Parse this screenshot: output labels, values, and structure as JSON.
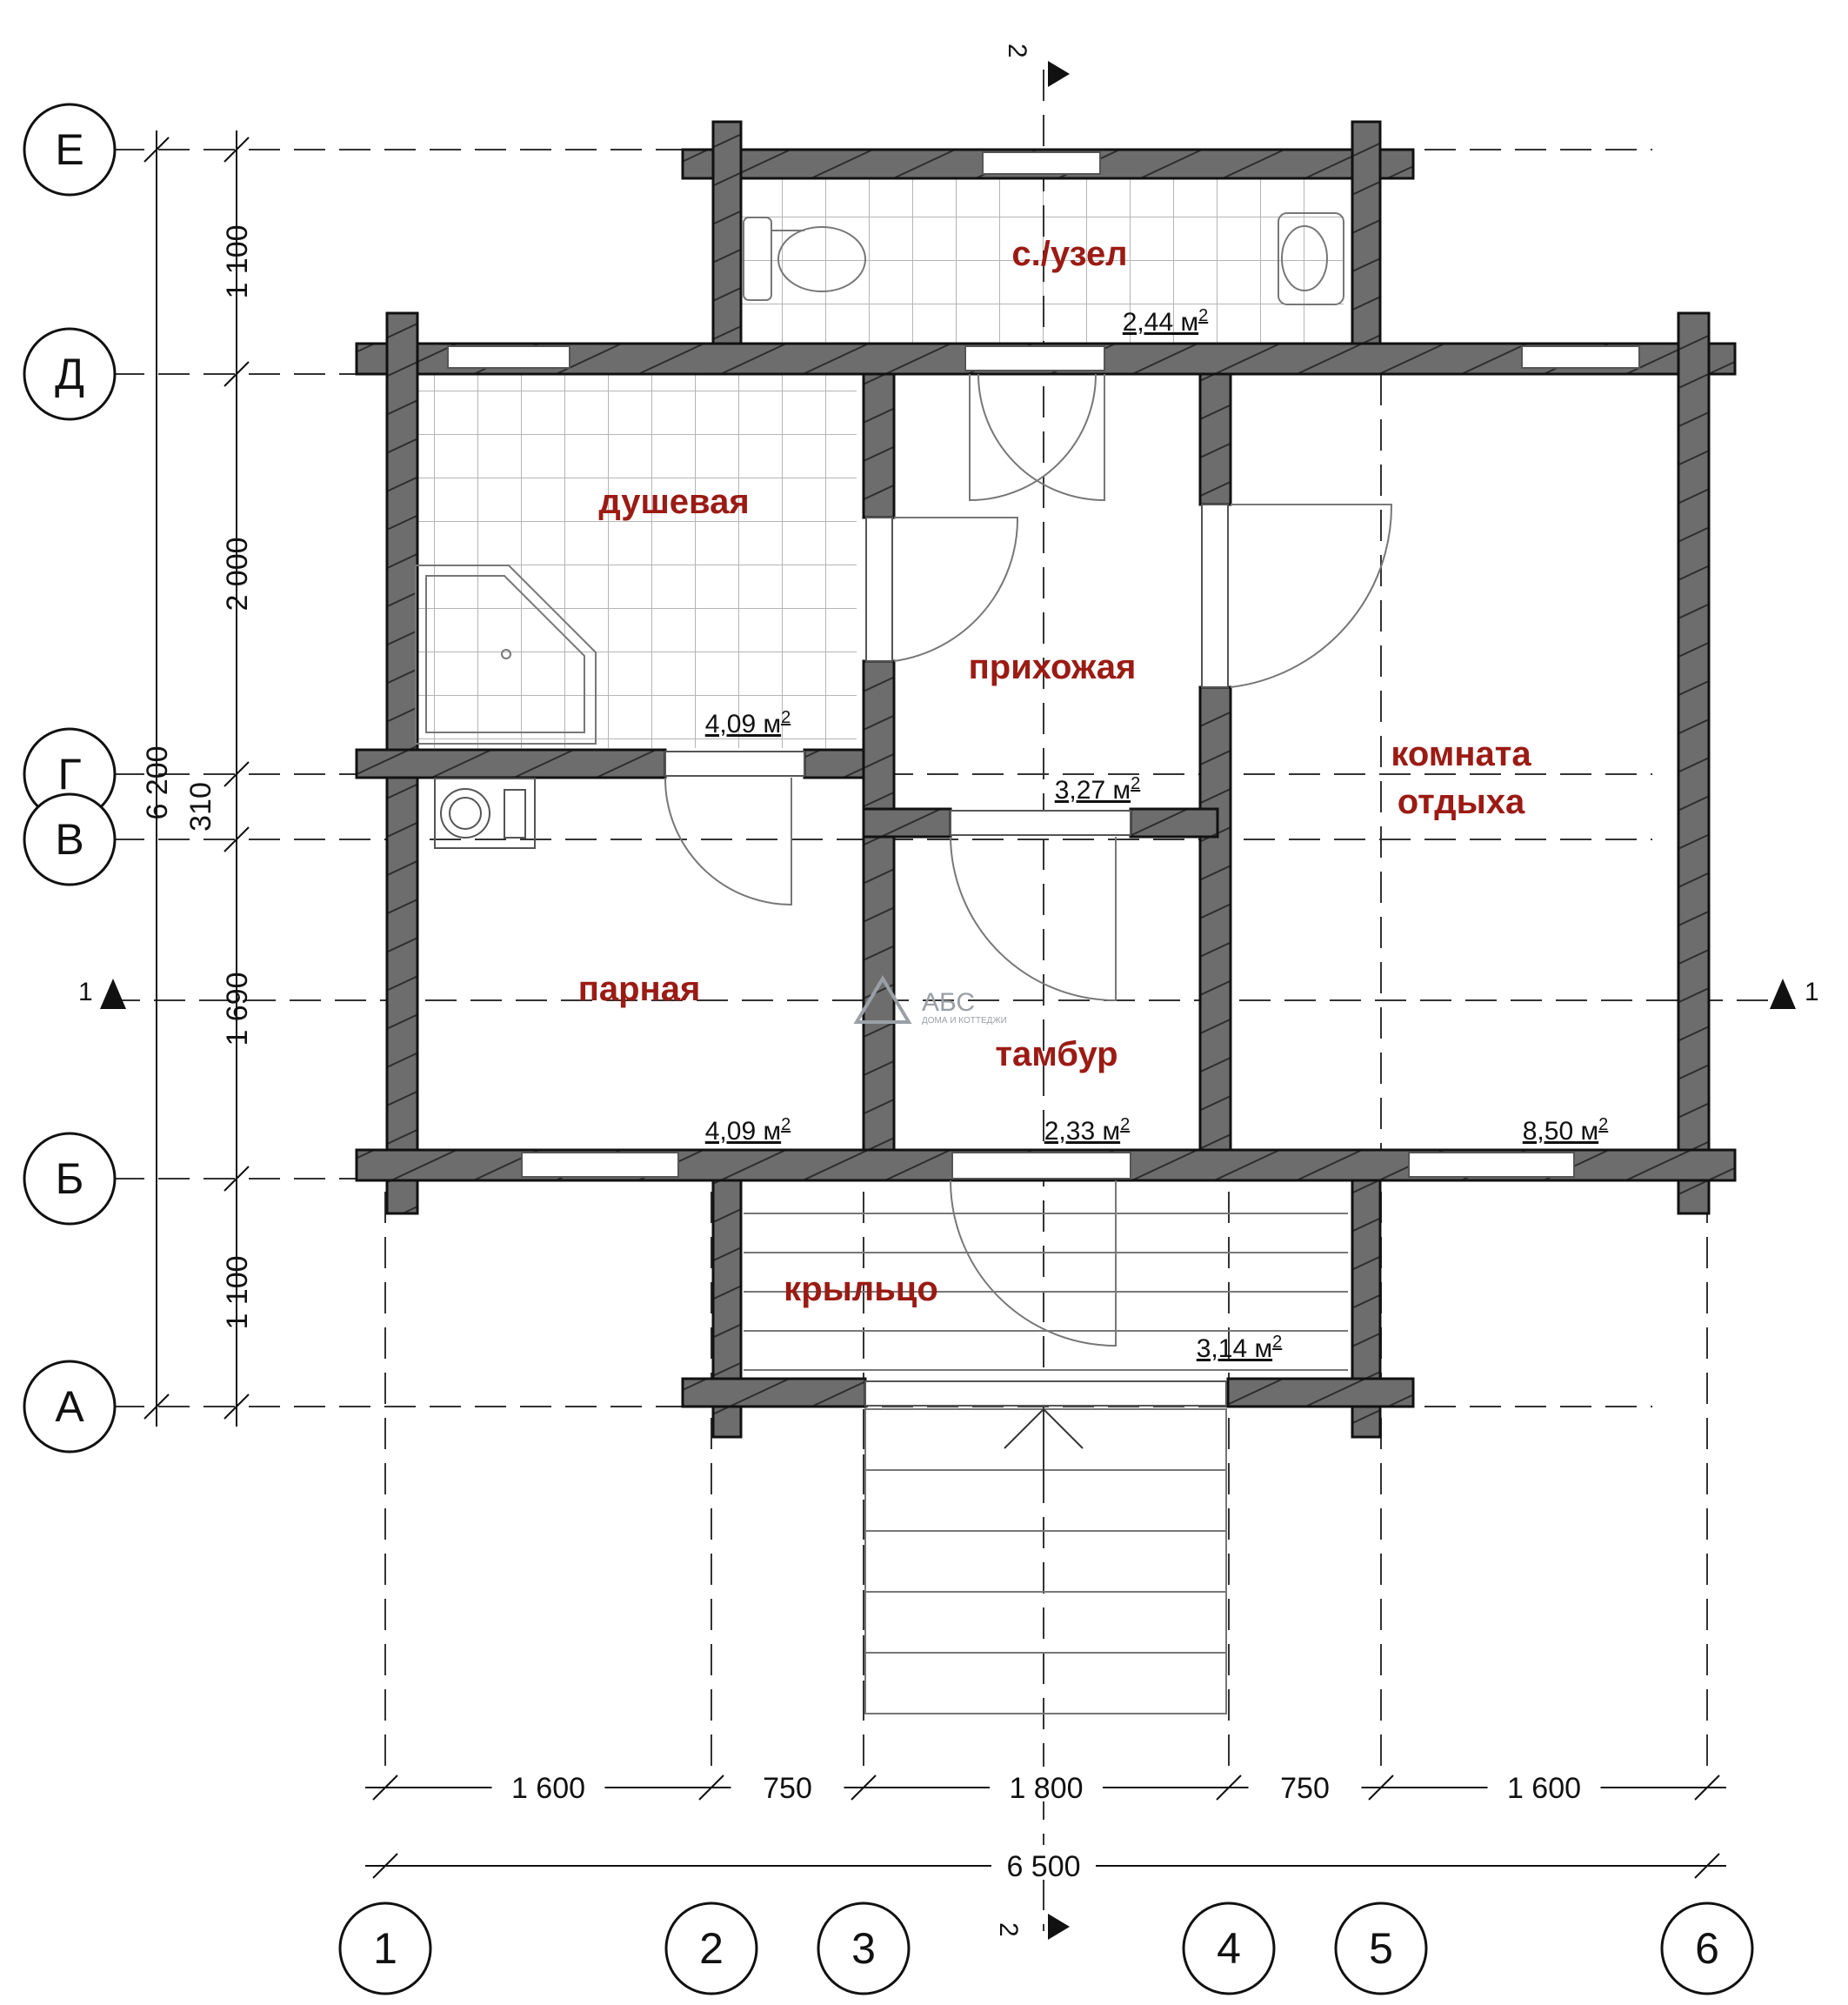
{
  "rooms": [
    {
      "id": "toilet",
      "name": "с./узел",
      "area": "2,44 м",
      "sup": "2"
    },
    {
      "id": "shower",
      "name": "душевая",
      "area": "4,09 м",
      "sup": "2"
    },
    {
      "id": "hall",
      "name": "прихожая",
      "area": "3,27 м",
      "sup": "2"
    },
    {
      "id": "rest1",
      "name": "комната",
      "area": "",
      "sup": ""
    },
    {
      "id": "rest2",
      "name": "отдыха",
      "area": "8,50 м",
      "sup": "2"
    },
    {
      "id": "steam",
      "name": "парная",
      "area": "4,09 м",
      "sup": "2"
    },
    {
      "id": "vest",
      "name": "тамбур",
      "area": "2,33 м",
      "sup": "2"
    },
    {
      "id": "porch",
      "name": "крыльцо",
      "area": "3,14 м",
      "sup": "2"
    }
  ],
  "axes_rows": [
    "Е",
    "Д",
    "Г",
    "В",
    "Б",
    "А"
  ],
  "axes_cols": [
    "1",
    "2",
    "3",
    "4",
    "5",
    "6"
  ],
  "dims_bottom": [
    "1 600",
    "750",
    "1 800",
    "750",
    "1 600"
  ],
  "dim_total_bottom": "6 500",
  "dims_left": [
    "1 100",
    "2 000",
    "310",
    "1 690",
    "1 100"
  ],
  "dim_total_left": "6 200",
  "section_marks": {
    "s1": "1",
    "s2": "2"
  },
  "logo": {
    "name": "АБС",
    "tagline": "ДОМА И КОТТЕДЖИ"
  },
  "colors": {
    "wall": "#6d6d6d",
    "label": "#9b1b14"
  }
}
